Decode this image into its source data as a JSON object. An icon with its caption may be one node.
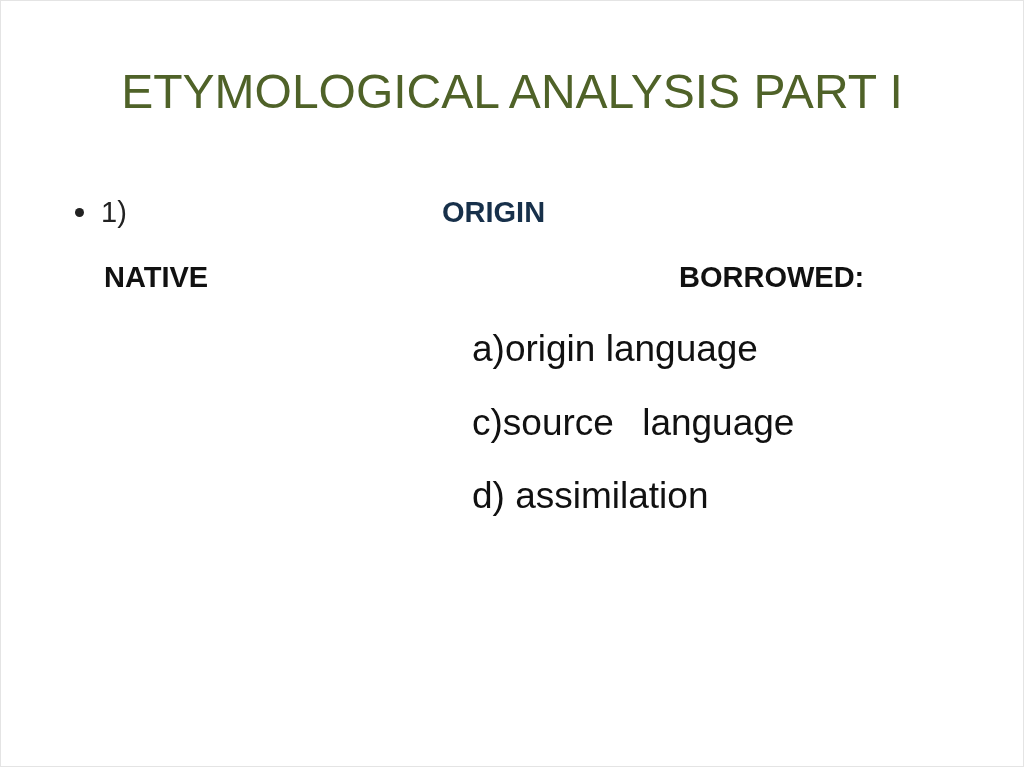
{
  "diagram": {
    "title": "ETYMOLOGICAL ANALYSIS PART I",
    "labels": [
      "1)",
      "ORIGIN",
      "NATIVE",
      "BORROWED:",
      "a)origin language",
      "c)source language",
      "d) assimilation"
    ]
  }
}
